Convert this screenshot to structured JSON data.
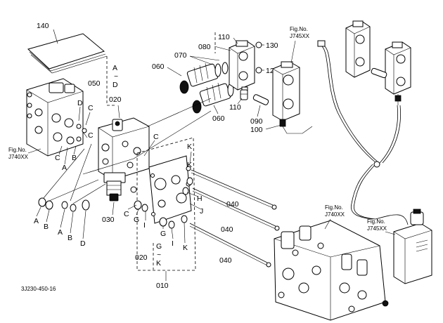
{
  "diagram_id": "3J230-450-16",
  "refs": {
    "p140": "140",
    "p110a": "110",
    "p080": "080",
    "p130": "130",
    "p120": "120",
    "p070": "070",
    "p060a": "060",
    "p060b": "060",
    "p110b": "110",
    "p090": "090",
    "p100": "100",
    "p050": "050",
    "p020a": "020",
    "p030": "030",
    "p040a": "040",
    "p040b": "040",
    "p040c": "040",
    "p020b": "020",
    "p010": "010"
  },
  "range": {
    "tilde": "~"
  },
  "range_050": {
    "from": "A",
    "to": "D"
  },
  "range_020": {
    "from": "G",
    "to": "K"
  },
  "letters": {
    "D1": "D",
    "C1": "C",
    "C2": "C",
    "A1": "A",
    "B1": "B",
    "C3": "C",
    "A2": "A",
    "B2": "B",
    "A3": "A",
    "B3": "B",
    "D2": "D",
    "C4": "C",
    "G1": "G",
    "I1": "I",
    "G2": "G",
    "I2": "I",
    "K1": "K",
    "K2": "K",
    "H1": "H",
    "J1": "J",
    "K3": "K"
  },
  "fig_refs": {
    "left": {
      "line1": "Fig.No.",
      "line2": "J740XX"
    },
    "top": {
      "line1": "Fig.No.",
      "line2": "J745XX"
    },
    "bottom_a": {
      "line1": "Fig.No.",
      "line2": "J740XX"
    },
    "bottom_b": {
      "line1": "Fig.No.",
      "line2": "J745XX"
    }
  }
}
